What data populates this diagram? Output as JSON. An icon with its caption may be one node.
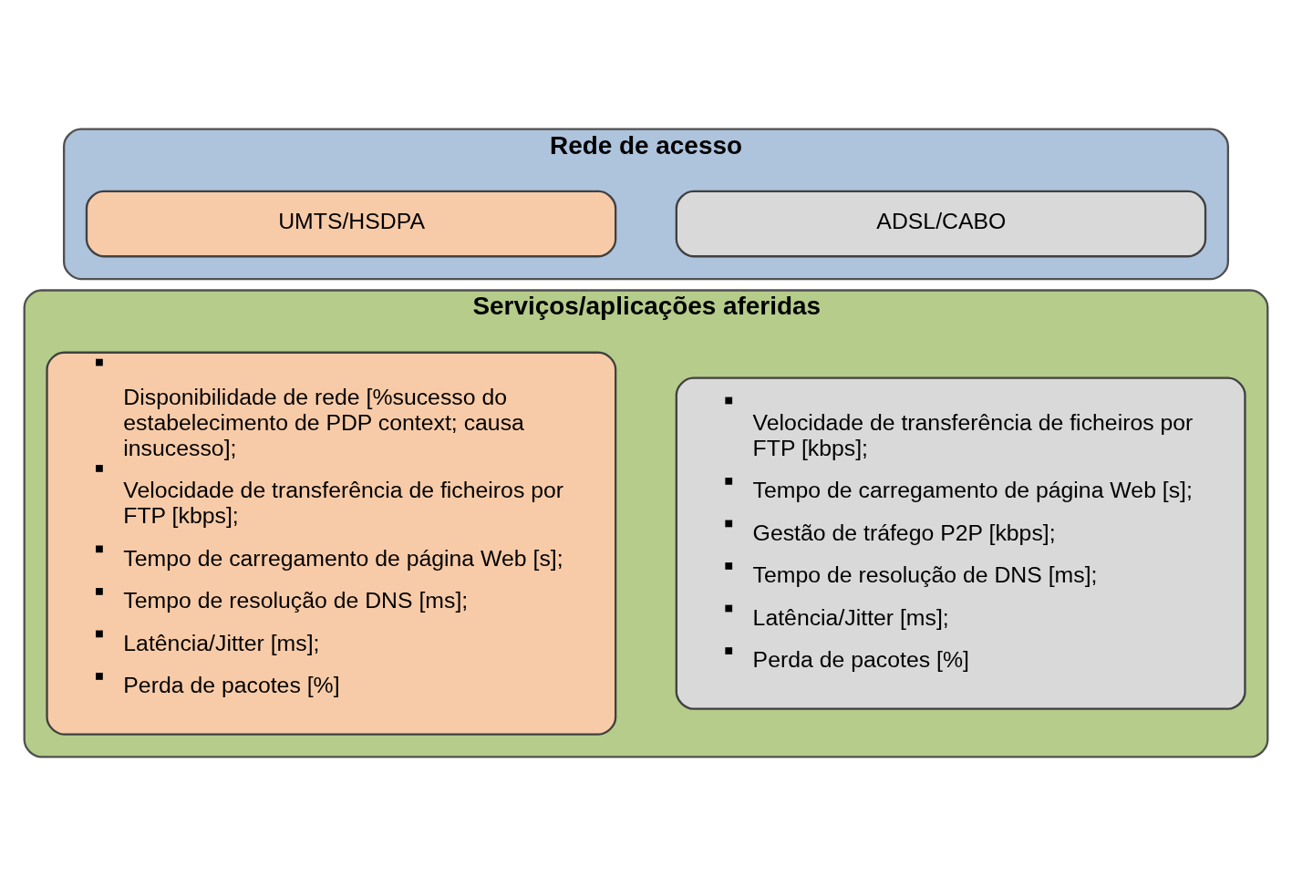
{
  "diagram": {
    "nodes": [
      {
        "text": [
          "Rede de acesso"
        ]
      },
      {
        "text": [
          "ADSL/CABO"
        ],
        "in": 0
      },
      {
        "text": [
          "UMTS/HSDPA"
        ],
        "in": 0
      },
      {
        "text": [
          "Serviços/aplicações aferidas"
        ]
      },
      {
        "text": [
          "Velocidade de transferência de ficheiros por FTP [kbps];",
          "Tempo de carregamento de página Web [s];",
          "Gestão de tráfego P2P [kbps];",
          "Tempo de resolução de DNS [ms];",
          "Latência/Jitter [ms];",
          "Perda de pacotes [%]"
        ],
        "in": 3
      },
      {
        "text": [
          "Disponibilidade de rede [%sucesso do estabelecimento de PDP context; causa insucesso];",
          "Velocidade de transferência de ficheiros por FTP [kbps];",
          "Tempo de carregamento de página Web [s];",
          "Tempo de resolução de DNS [ms];",
          "Latência/Jitter [ms];",
          "Perda de pacotes [%]"
        ],
        "in": 3
      }
    ],
    "edges": []
  }
}
